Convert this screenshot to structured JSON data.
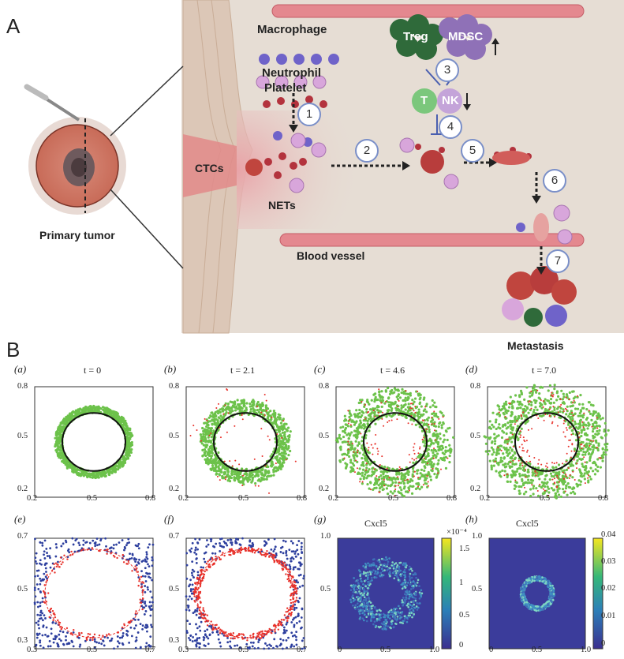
{
  "panel_a": {
    "label": "A",
    "primary_tumor": "Primary tumor",
    "cells": {
      "macrophage": "Macrophage",
      "neutrophil": "Neutrophil",
      "platelet": "Platelet",
      "ctcs": "CTCs",
      "nets": "NETs",
      "treg": "Treg",
      "mdsc": "MDSC",
      "t": "T",
      "nk": "NK"
    },
    "blood_vessel": "Blood vessel",
    "metastasis": "Metastasis",
    "steps": [
      "1",
      "2",
      "3",
      "4",
      "5",
      "6",
      "7"
    ],
    "mdsc_trend": "↑",
    "nk_trend": "↓"
  },
  "panel_b": {
    "label": "B",
    "subplots": [
      {
        "tag": "(a)",
        "title": "t = 0"
      },
      {
        "tag": "(b)",
        "title": "t = 2.1"
      },
      {
        "tag": "(c)",
        "title": "t = 4.6"
      },
      {
        "tag": "(d)",
        "title": "t = 7.0"
      },
      {
        "tag": "(e)",
        "title": ""
      },
      {
        "tag": "(f)",
        "title": ""
      },
      {
        "tag": "(g)",
        "title": "Cxcl5"
      },
      {
        "tag": "(h)",
        "title": "Cxcl5"
      }
    ],
    "top_axes": {
      "ticks": [
        "0.2",
        "0.5",
        "0.8"
      ]
    },
    "bottom_axes": {
      "ticks": [
        "0.3",
        "0.5",
        "0.7"
      ]
    },
    "heat_axes": {
      "ticks": [
        "0",
        "0.5",
        "1.0"
      ]
    },
    "colorbar_g": {
      "exponent": "×10⁻⁴",
      "ticks": [
        "1.5",
        "1",
        "0.5",
        "0"
      ]
    },
    "colorbar_h": {
      "ticks": [
        "0.04",
        "0.03",
        "0.02",
        "0.01",
        "0"
      ]
    },
    "colors": {
      "tumor": "#6cc24a",
      "boundary": "#111111",
      "immune": "#e8312a",
      "blue": "#2d3f9e",
      "heat_bg": "#3b3c9b"
    }
  }
}
